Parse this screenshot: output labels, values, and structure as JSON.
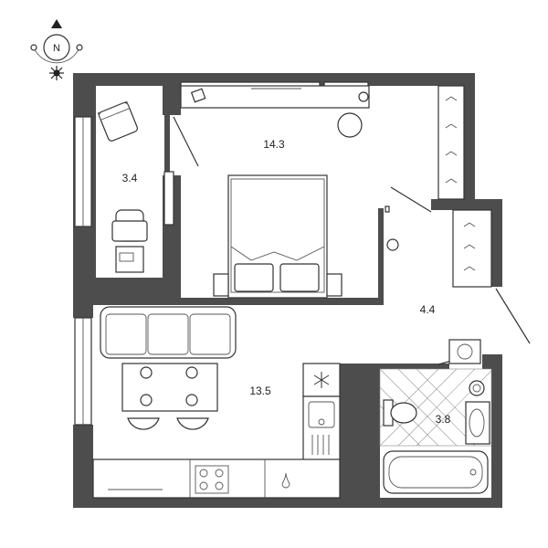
{
  "compass": {
    "letter": "N"
  },
  "rooms": [
    {
      "id": "bedroom",
      "area": "14.3"
    },
    {
      "id": "loggia",
      "area": "3.4"
    },
    {
      "id": "hall",
      "area": "4.4"
    },
    {
      "id": "kitchen-living",
      "area": "13.5"
    },
    {
      "id": "bathroom",
      "area": "3.8"
    }
  ],
  "colors": {
    "wall": "#4d4d4d",
    "line": "#333333",
    "background": "#ffffff"
  },
  "icons": {
    "compass": "compass-icon",
    "sun": "sun-icon",
    "snowflake": "snowflake-icon",
    "fridge": "fridge-icon"
  }
}
